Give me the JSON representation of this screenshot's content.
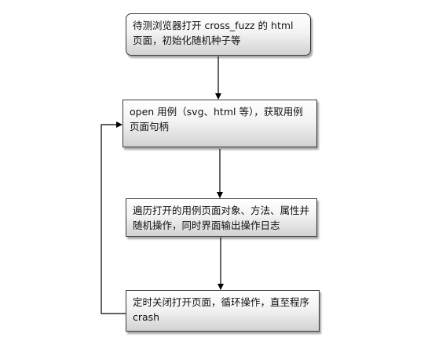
{
  "flowchart": {
    "steps": [
      {
        "text": "待测浏览器打开 cross_fuzz 的 html 页面，初始化随机种子等"
      },
      {
        "text": "open 用例（svg、html 等），获取用例页面句柄"
      },
      {
        "text": "遍历打开的用例页面对象、方法、属性并随机操作，同时界面输出操作日志"
      },
      {
        "text": "定时关闭打开页面，循环操作，直至程序 crash"
      }
    ]
  }
}
